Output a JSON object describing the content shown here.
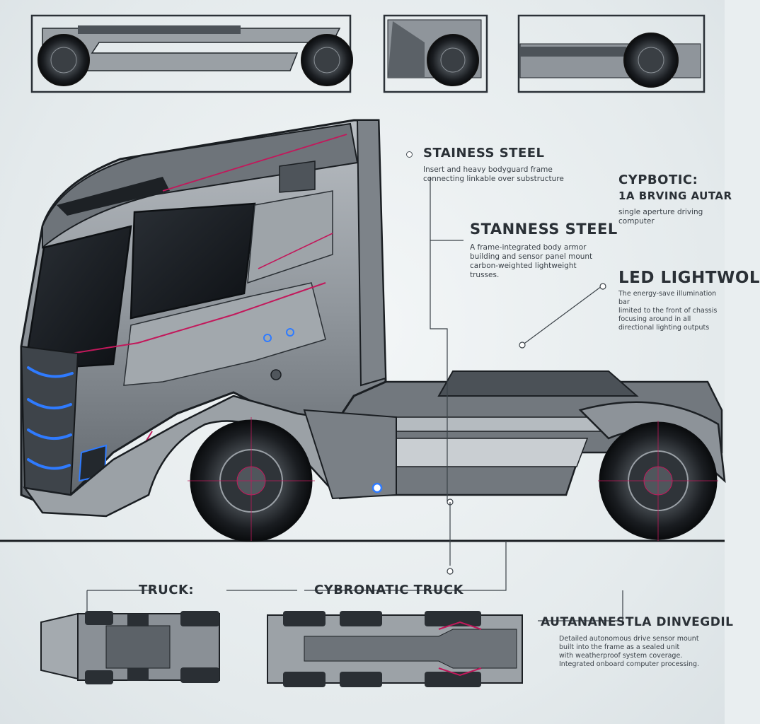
{
  "callouts": {
    "stainless_top": {
      "title": "STAINESS STEEL",
      "text": "Insert and heavy bodyguard frame\nconnecting linkable over substructure"
    },
    "stainless_mid": {
      "title": "STANNESS STEEL",
      "text": "A frame-integrated body armor\nbuilding and sensor panel mount\ncarbon-weighted lightweight\ntrusses."
    },
    "cyberpotic": {
      "title": "CYPBOTIC:",
      "subtitle": "1A BRVING AUTAR",
      "text": "single aperture driving computer"
    },
    "led": {
      "title": "LED LIGHTWOL",
      "text": "The energy-save illumination bar\nlimited to the front of chassis\nfocusing around in all\ndirectional lighting outputs"
    },
    "bottom_left": {
      "title": "TRUCK:"
    },
    "bottom_mid": {
      "title": "CYBRONATIC TRUCK"
    },
    "bottom_right": {
      "title": "AUTANANESTLA DINVEGDIL",
      "text": "Detailed autonomous drive sensor mount\nbuilt into the frame as a sealed unit\nwith weatherproof system coverage.\nIntegrated onboard computer processing."
    }
  },
  "colors": {
    "body": "#8f959b",
    "body_dark": "#5b6167",
    "accent_pink": "#c2185b",
    "accent_blue": "#2f7bff",
    "ink": "#23282d"
  }
}
